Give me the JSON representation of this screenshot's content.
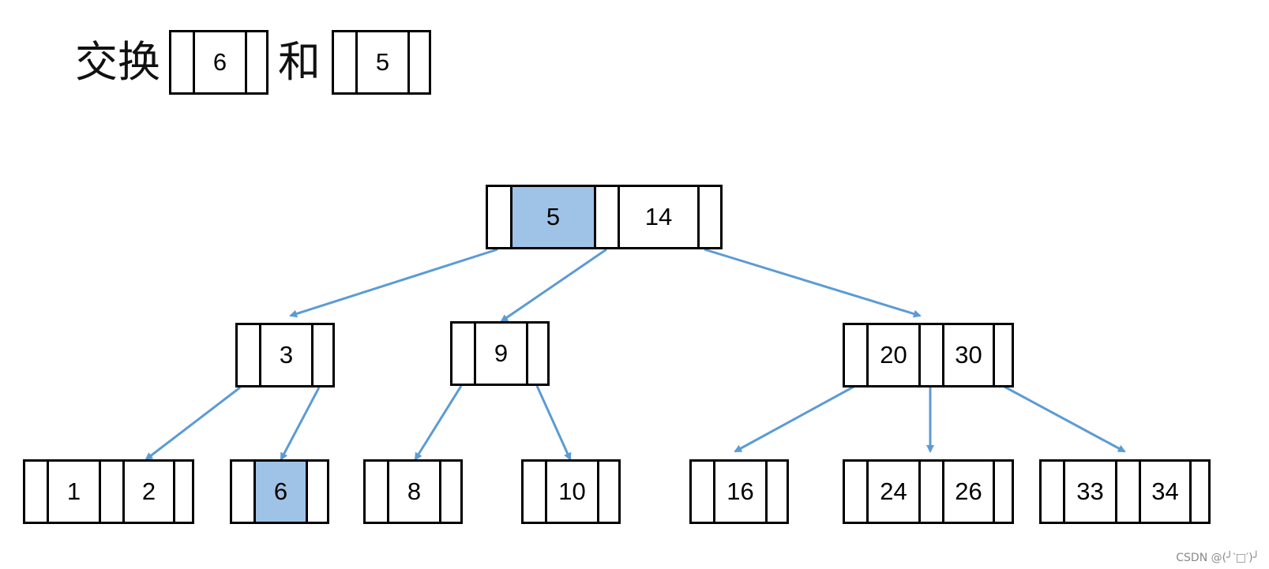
{
  "header": {
    "verb": "交换",
    "conj": "和",
    "left_key": "6",
    "right_key": "5"
  },
  "tree": {
    "root": [
      "5",
      "14"
    ],
    "level1": {
      "left": [
        "3"
      ],
      "middle": [
        "9"
      ],
      "right": [
        "20",
        "30"
      ]
    },
    "leaves": {
      "a": [
        "1",
        "2"
      ],
      "b": [
        "6"
      ],
      "c": [
        "8"
      ],
      "d": [
        "10"
      ],
      "e": [
        "16"
      ],
      "f": [
        "24",
        "26"
      ],
      "g": [
        "33",
        "34"
      ]
    },
    "highlighted_keys": [
      "5",
      "6"
    ],
    "highlight_color": "#9fc3e6",
    "edge_color": "#5b9bd5"
  },
  "watermark": "CSDN @(╯‵□′)╯"
}
